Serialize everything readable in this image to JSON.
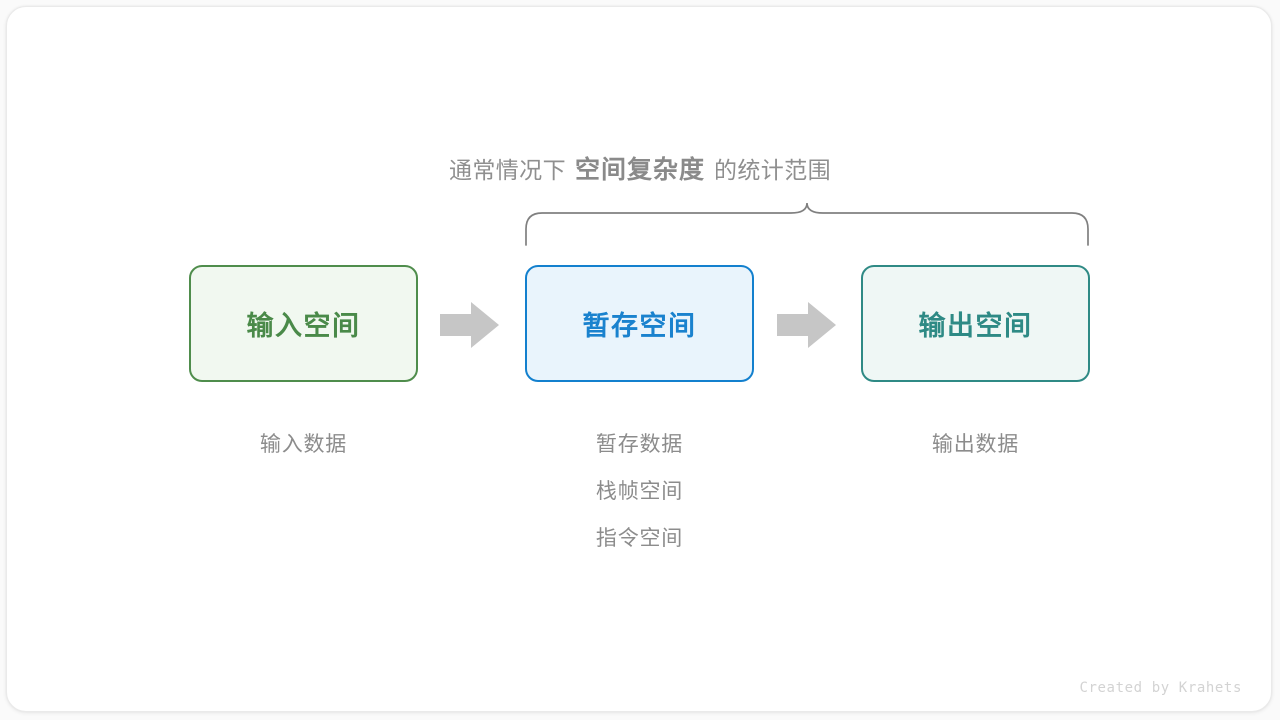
{
  "figure": {
    "caption": {
      "prefix": "通常情况下",
      "emphasis": "空间复杂度",
      "suffix": "的统计范围"
    },
    "brace": {
      "name": "curly-brace",
      "spans_boxes": [
        "暂存空间",
        "输出空间"
      ],
      "color": "#808080"
    },
    "stages": [
      {
        "id": "input",
        "box_label": "输入空间",
        "border_color": "#4f8d4c",
        "fill_color": "#f1f8f0",
        "text_color": "#4a8a49",
        "sub_labels": [
          "输入数据"
        ]
      },
      {
        "id": "temp",
        "box_label": "暂存空间",
        "border_color": "#1380ce",
        "fill_color": "#e9f4fc",
        "text_color": "#1a82ce",
        "sub_labels": [
          "暂存数据",
          "栈帧空间",
          "指令空间"
        ]
      },
      {
        "id": "output",
        "box_label": "输出空间",
        "border_color": "#2f8a85",
        "fill_color": "#eff7f5",
        "text_color": "#2e8a85",
        "sub_labels": [
          "输出数据"
        ]
      }
    ],
    "arrows": [
      {
        "id": "arrow-1",
        "icon": "right-arrow-icon",
        "color": "#c6c6c6"
      },
      {
        "id": "arrow-2",
        "icon": "right-arrow-icon",
        "color": "#c6c6c6"
      }
    ],
    "credit": "Created by Krahets"
  }
}
